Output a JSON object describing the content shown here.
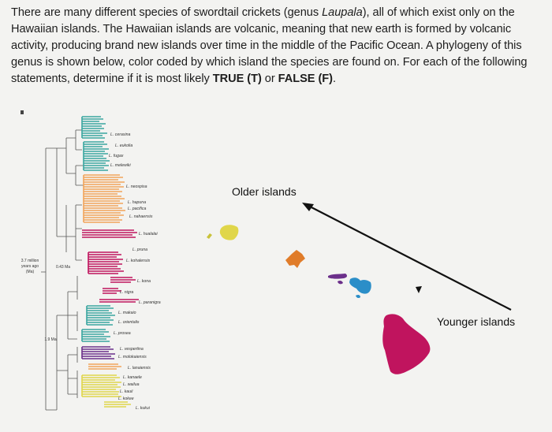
{
  "prompt": {
    "part1": "There are many different species of swordtail crickets (genus ",
    "genus": "Laupala",
    "part2": "), all of which exist only on the Hawaiian islands. The Hawaiian islands are volcanic, meaning that new earth is formed by volcanic activity, producing brand new islands over time in the middle of the Pacific Ocean. A phylogeny of this genus is shown below, color coded by which island the species are found on. For each of the following statements, determine if it is most likely ",
    "true_label": "TRUE (T)",
    "or_text": " or ",
    "false_label": "FALSE (F)",
    "end": "."
  },
  "tree": {
    "time_labels": [
      "3.7 million",
      "years ago",
      "(Ma)",
      "0.43 Ma",
      "1.9 Ma"
    ],
    "species": [
      "L. cerasina",
      "L. eukolia",
      "L. fugax",
      "L. melewiki",
      "L. neospisa",
      "L. hapuna",
      "L. pacifica",
      "L. nahaensis",
      "L. hualalai",
      "L. pruna",
      "L. kohalensis",
      "L. kona",
      "L. nigra",
      "L. paranigra",
      "L. makaio",
      "L. orientalis",
      "L. prosea",
      "L. vespertina",
      "L. molokaiensis",
      "L. lanaiensis",
      "L. kanaele",
      "L. wailua",
      "L. kauii",
      "L. kokee",
      "L. kukui"
    ]
  },
  "map": {
    "older_label": "Older islands",
    "younger_label": "Younger islands"
  },
  "colors": {
    "kauai": "#e0d64a",
    "oahu": "#e07c2a",
    "maui": "#6b2f8a",
    "molokai": "#2b8ec8",
    "hawaii": "#c0145e",
    "teal": "#3aa6a0",
    "orange_tree": "#f2a45a"
  }
}
